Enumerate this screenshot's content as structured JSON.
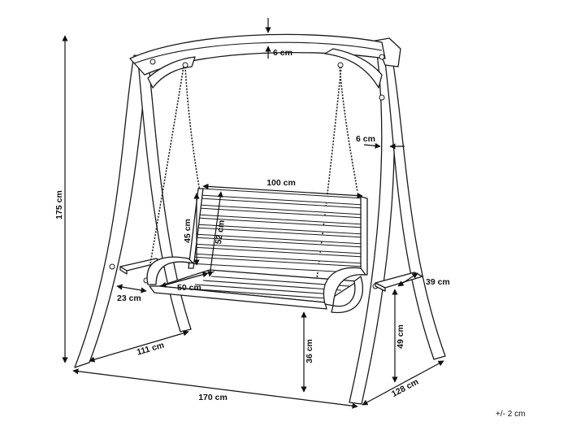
{
  "diagram": {
    "subject": "garden-swing-bench-with-frame",
    "colors": {
      "line": "#1a1a1a",
      "fill": "#ffffff",
      "dimension": "#111111"
    },
    "dimensions": {
      "total_height": "175 cm",
      "total_width": "170 cm",
      "depth": "128 cm",
      "arch_thickness": "6 cm",
      "post_thickness": "6 cm",
      "seat_width": "100 cm",
      "backrest_height": "45 cm",
      "backrest_diagonal": "52 cm",
      "seat_depth": "50 cm",
      "side_table_width": "23 cm",
      "side_table_depth": "39 cm",
      "leg_spread": "111 cm",
      "table_height": "49 cm",
      "seat_height": "36 cm"
    },
    "tolerance": "+/- 2 cm"
  }
}
